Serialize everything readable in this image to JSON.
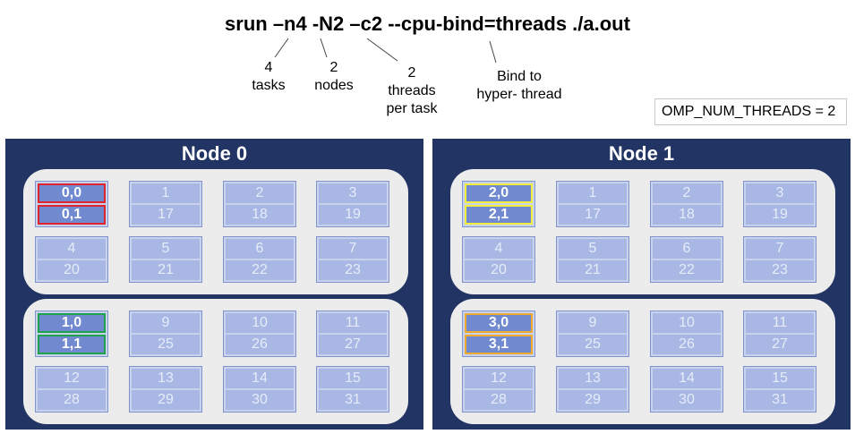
{
  "command": "srun –n4 -N2 –c2 --cpu-bind=threads ./a.out",
  "annotations": [
    {
      "line1": "4",
      "line2": "tasks",
      "line3": ""
    },
    {
      "line1": "2",
      "line2": "nodes",
      "line3": ""
    },
    {
      "line1": "2",
      "line2": "threads",
      "line3": "per task"
    },
    {
      "line1": "Bind to",
      "line2": "hyper- thread",
      "line3": ""
    }
  ],
  "omp": "OMP_NUM_THREADS = 2",
  "highlight_colors": {
    "red": "#e0242c",
    "green": "#1fa34a",
    "yellow": "#f2ee3c",
    "orange": "#f0aa2e"
  },
  "nodes": [
    {
      "title": "Node 0",
      "sockets": [
        {
          "cores": [
            {
              "t0": "0,0",
              "t1": "0,1",
              "active": true,
              "color": "red"
            },
            {
              "t0": "1",
              "t1": "17"
            },
            {
              "t0": "2",
              "t1": "18"
            },
            {
              "t0": "3",
              "t1": "19"
            },
            {
              "t0": "4",
              "t1": "20"
            },
            {
              "t0": "5",
              "t1": "21"
            },
            {
              "t0": "6",
              "t1": "22"
            },
            {
              "t0": "7",
              "t1": "23"
            }
          ]
        },
        {
          "cores": [
            {
              "t0": "1,0",
              "t1": "1,1",
              "active": true,
              "color": "green"
            },
            {
              "t0": "9",
              "t1": "25"
            },
            {
              "t0": "10",
              "t1": "26"
            },
            {
              "t0": "11",
              "t1": "27"
            },
            {
              "t0": "12",
              "t1": "28"
            },
            {
              "t0": "13",
              "t1": "29"
            },
            {
              "t0": "14",
              "t1": "30"
            },
            {
              "t0": "15",
              "t1": "31"
            }
          ]
        }
      ]
    },
    {
      "title": "Node 1",
      "sockets": [
        {
          "cores": [
            {
              "t0": "2,0",
              "t1": "2,1",
              "active": true,
              "color": "yellow"
            },
            {
              "t0": "1",
              "t1": "17"
            },
            {
              "t0": "2",
              "t1": "18"
            },
            {
              "t0": "3",
              "t1": "19"
            },
            {
              "t0": "4",
              "t1": "20"
            },
            {
              "t0": "5",
              "t1": "21"
            },
            {
              "t0": "6",
              "t1": "22"
            },
            {
              "t0": "7",
              "t1": "23"
            }
          ]
        },
        {
          "cores": [
            {
              "t0": "3,0",
              "t1": "3,1",
              "active": true,
              "color": "orange"
            },
            {
              "t0": "9",
              "t1": "25"
            },
            {
              "t0": "10",
              "t1": "26"
            },
            {
              "t0": "11",
              "t1": "27"
            },
            {
              "t0": "12",
              "t1": "28"
            },
            {
              "t0": "13",
              "t1": "29"
            },
            {
              "t0": "14",
              "t1": "30"
            },
            {
              "t0": "15",
              "t1": "31"
            }
          ]
        }
      ]
    }
  ]
}
